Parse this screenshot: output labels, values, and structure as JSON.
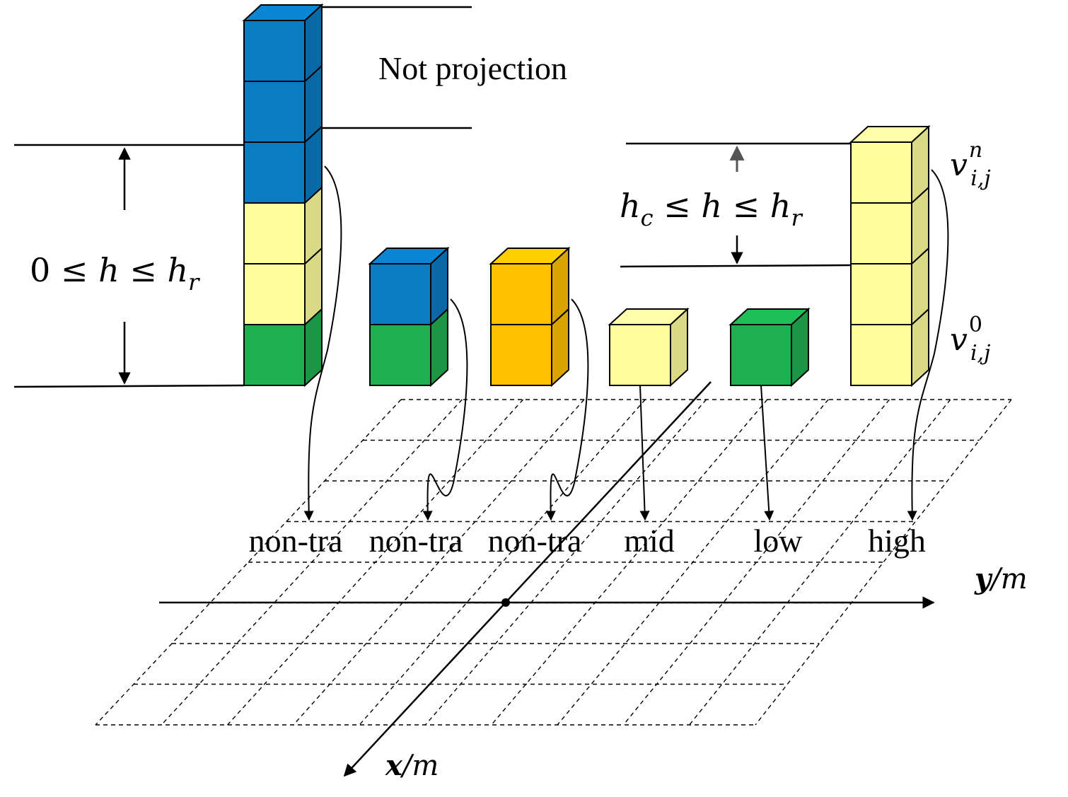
{
  "labels": {
    "not_projection": "Not projection",
    "range_left_lhs": "0 ≤ ",
    "range_left_h": "h",
    "range_left_mid": " ≤ ",
    "range_left_hr": "h",
    "range_left_hr_sub": "r",
    "range_right_hc": "h",
    "range_right_hc_sub": "c",
    "range_right_mid1": " ≤ ",
    "range_right_h": "h",
    "range_right_mid2": " ≤ ",
    "range_right_hr": "h",
    "range_right_hr_sub": "r",
    "v_top": "v",
    "v_top_sup": "n",
    "v_top_sub": "i,j",
    "v_bottom": "v",
    "v_bottom_sup": "0",
    "v_bottom_sub": "i,j",
    "y_axis_var": "y",
    "y_axis_unit": "/m",
    "x_axis_var": "x",
    "x_axis_unit": "/m"
  },
  "columns": [
    {
      "label": "non-tra",
      "stack": [
        "green",
        "yellow",
        "yellow",
        "blue",
        "blue",
        "blue"
      ]
    },
    {
      "label": "non-tra",
      "stack": [
        "green",
        "blue"
      ]
    },
    {
      "label": "non-tra",
      "stack": [
        "orange",
        "orange"
      ]
    },
    {
      "label": "mid",
      "stack": [
        "yellow"
      ]
    },
    {
      "label": "low",
      "stack": [
        "green"
      ]
    },
    {
      "label": "high",
      "stack": [
        "yellow",
        "yellow",
        "yellow",
        "yellow"
      ]
    }
  ],
  "colors": {
    "blue": "#0a7cc4",
    "green": "#1eb050",
    "yellow": "#ffff9e",
    "orange": "#ffc000"
  }
}
